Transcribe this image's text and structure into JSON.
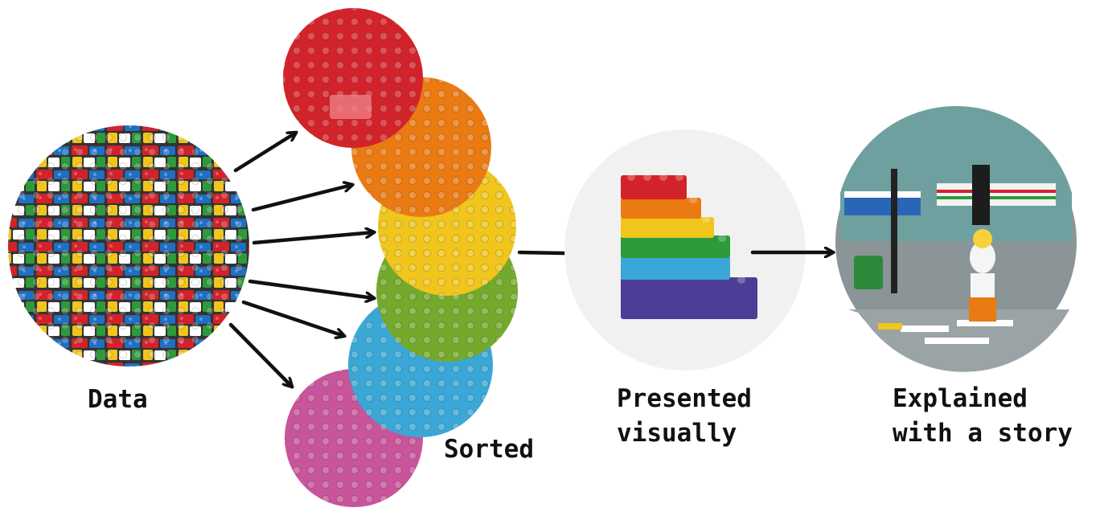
{
  "labels": {
    "data": "Data",
    "sorted": "Sorted",
    "presented_line1": "Presented",
    "presented_line2": "visually",
    "explained_line1": "Explained",
    "explained_line2": "with a story"
  },
  "colors": {
    "red": "#d2232a",
    "orange": "#ea7a12",
    "yellow": "#f0c51c",
    "green": "#74a92b",
    "blue": "#3aa7d6",
    "pink": "#c8549b",
    "purple": "#4d3d96",
    "arrow": "#111111"
  },
  "icons": [
    "mixed-bricks-image",
    "red-bricks-image",
    "orange-bricks-image",
    "yellow-bricks-image",
    "green-bricks-image",
    "blue-bricks-image",
    "pink-bricks-image",
    "stacked-rainbow-bricks-image",
    "lego-street-scene-image"
  ]
}
